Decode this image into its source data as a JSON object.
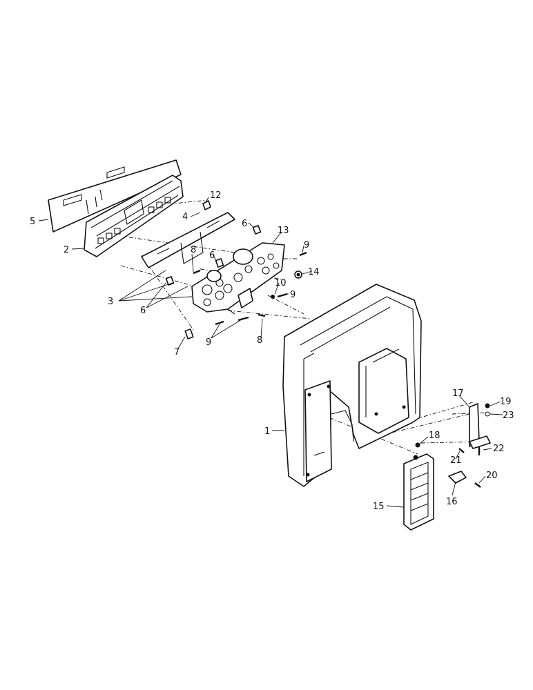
{
  "callouts": [
    {
      "id": "c1",
      "text": "1"
    },
    {
      "id": "c2",
      "text": "2"
    },
    {
      "id": "c3",
      "text": "3"
    },
    {
      "id": "c4",
      "text": "4"
    },
    {
      "id": "c5",
      "text": "5"
    },
    {
      "id": "c6a",
      "text": "6"
    },
    {
      "id": "c6b",
      "text": "6"
    },
    {
      "id": "c6c",
      "text": "6"
    },
    {
      "id": "c7",
      "text": "7"
    },
    {
      "id": "c8a",
      "text": "8"
    },
    {
      "id": "c8b",
      "text": "8"
    },
    {
      "id": "c9a",
      "text": "9"
    },
    {
      "id": "c9b",
      "text": "9"
    },
    {
      "id": "c9c",
      "text": "9"
    },
    {
      "id": "c10",
      "text": "10"
    },
    {
      "id": "c12",
      "text": "12"
    },
    {
      "id": "c13",
      "text": "13"
    },
    {
      "id": "c14",
      "text": "14"
    },
    {
      "id": "c15",
      "text": "15"
    },
    {
      "id": "c16",
      "text": "16"
    },
    {
      "id": "c17",
      "text": "17"
    },
    {
      "id": "c18",
      "text": "18"
    },
    {
      "id": "c19",
      "text": "19"
    },
    {
      "id": "c20",
      "text": "20"
    },
    {
      "id": "c21",
      "text": "21"
    },
    {
      "id": "c22",
      "text": "22"
    },
    {
      "id": "c23",
      "text": "23"
    }
  ]
}
